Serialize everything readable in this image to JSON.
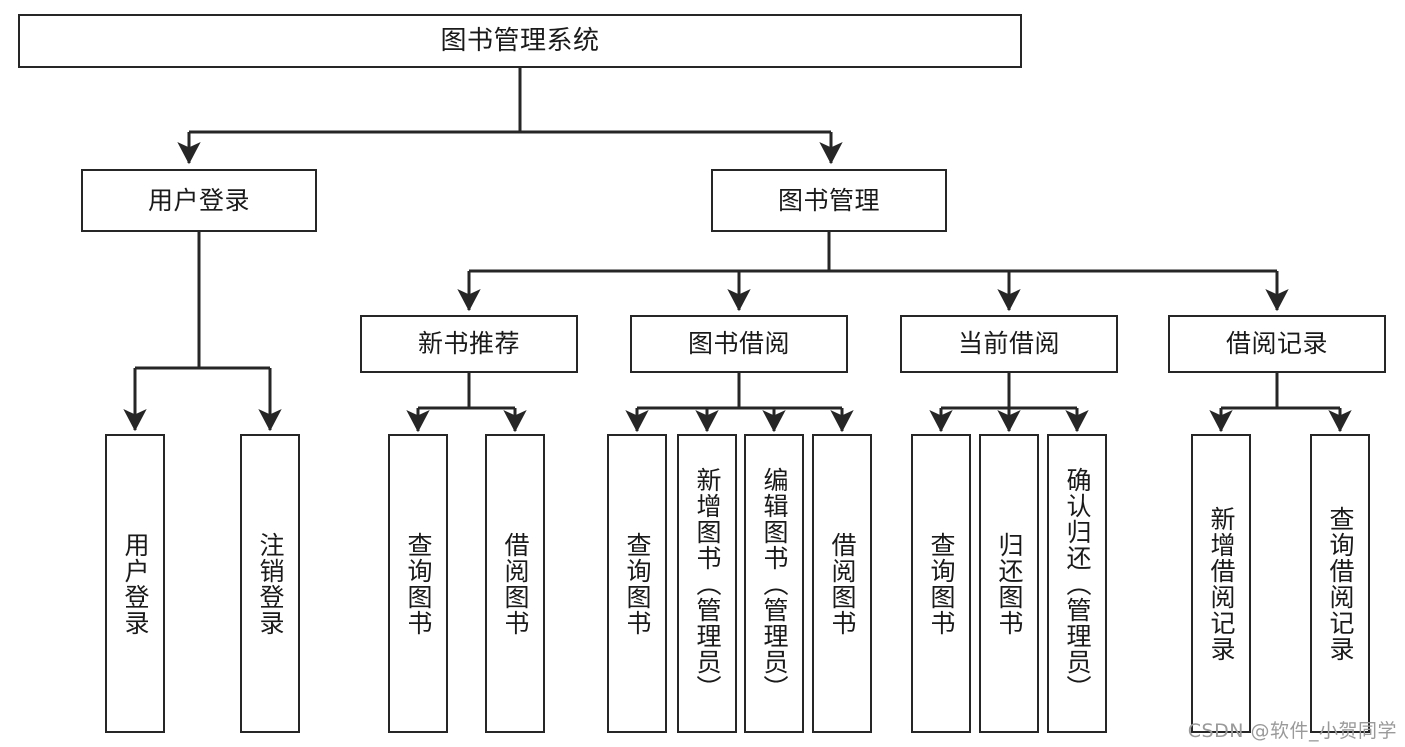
{
  "diagram": {
    "type": "tree",
    "title": "图书管理系统",
    "watermark": "CSDN @软件_小贺同学",
    "colors": {
      "stroke": "#262626",
      "fill": "#ffffff",
      "text": "#1a1a1a",
      "watermark": "#9a9a9a"
    },
    "nodes": {
      "root": {
        "label": "图书管理系统"
      },
      "level2": [
        {
          "id": "user-login",
          "label": "用户登录"
        },
        {
          "id": "book-manage",
          "label": "图书管理"
        }
      ],
      "level3": [
        {
          "id": "new-book-recommend",
          "label": "新书推荐"
        },
        {
          "id": "book-borrow",
          "label": "图书借阅"
        },
        {
          "id": "current-borrow",
          "label": "当前借阅"
        },
        {
          "id": "borrow-record",
          "label": "借阅记录"
        }
      ],
      "leaves": [
        {
          "id": "leaf-user-login",
          "label": "用户登录",
          "parent": "user-login"
        },
        {
          "id": "leaf-logout",
          "label": "注销登录",
          "parent": "user-login"
        },
        {
          "id": "leaf-query-book-1",
          "label": "查询图书",
          "parent": "new-book-recommend"
        },
        {
          "id": "leaf-borrow-book-1",
          "label": "借阅图书",
          "parent": "new-book-recommend"
        },
        {
          "id": "leaf-query-book-2",
          "label": "查询图书",
          "parent": "book-borrow"
        },
        {
          "id": "leaf-add-book",
          "label": "新增图书（管理员）",
          "parent": "book-borrow"
        },
        {
          "id": "leaf-edit-book",
          "label": "编辑图书（管理员）",
          "parent": "book-borrow"
        },
        {
          "id": "leaf-borrow-book-2",
          "label": "借阅图书",
          "parent": "book-borrow"
        },
        {
          "id": "leaf-query-book-3",
          "label": "查询图书",
          "parent": "current-borrow"
        },
        {
          "id": "leaf-return-book",
          "label": "归还图书",
          "parent": "current-borrow"
        },
        {
          "id": "leaf-confirm-return",
          "label": "确认归还（管理员）",
          "parent": "current-borrow"
        },
        {
          "id": "leaf-add-record",
          "label": "新增借阅记录",
          "parent": "borrow-record"
        },
        {
          "id": "leaf-query-record",
          "label": "查询借阅记录",
          "parent": "borrow-record"
        }
      ]
    }
  }
}
